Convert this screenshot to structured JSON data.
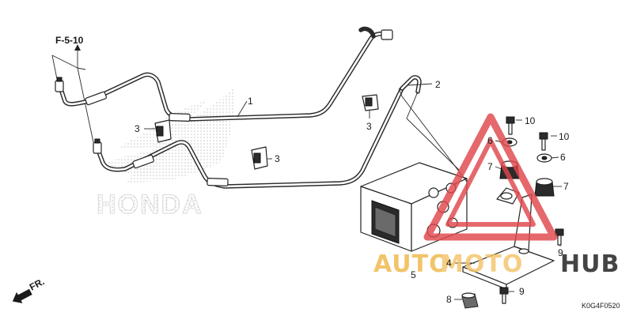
{
  "diagram": {
    "ref_code": "F-5-10",
    "direction_label": "FR.",
    "drawing_code": "K0G4F0520",
    "brand_mark": "HONDA",
    "callouts": {
      "c1": "1",
      "c2": "2",
      "c3a": "3",
      "c3b": "3",
      "c3c": "3",
      "c4": "4",
      "c5": "5",
      "c6a": "6",
      "c6b": "6",
      "c7a": "7",
      "c7b": "7",
      "c8": "8",
      "c9a": "9",
      "c9b": "9",
      "c10a": "10",
      "c10b": "10"
    }
  },
  "watermark": {
    "left": "AUTO",
    "middle": "MOTO",
    "right": "HUB",
    "color_left": "#f0b84a",
    "color_middle": "#f3c46a",
    "color_right": "#1c1c1c",
    "triangle_color": "#e0474c"
  }
}
